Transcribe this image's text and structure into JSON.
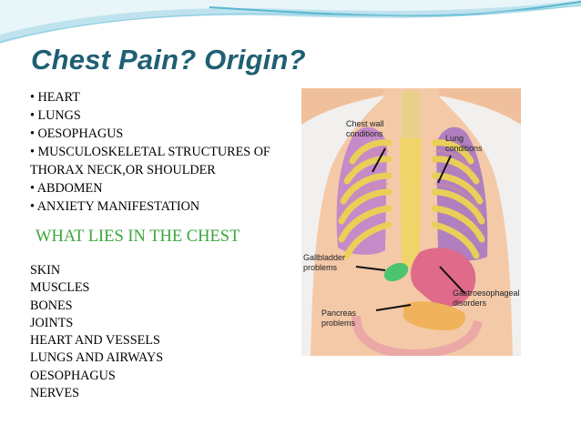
{
  "slide": {
    "title": "Chest Pain? Origin?",
    "bullets": [
      "• HEART",
      "• LUNGS",
      "• OESOPHAGUS",
      "• MUSCULOSKELETAL STRUCTURES OF THORAX NECK,OR SHOULDER",
      "• ABDOMEN",
      "•  ANXIETY MANIFESTATION"
    ],
    "subheading": "WHAT LIES IN THE CHEST",
    "contents": [
      "SKIN",
      "MUSCLES",
      "BONES",
      "JOINTS",
      "HEART AND VESSELS",
      "LUNGS AND AIRWAYS",
      "OESOPHAGUS",
      "NERVES"
    ]
  },
  "figure": {
    "labels": {
      "chest_wall_1": "Chest wall",
      "chest_wall_2": "conditions",
      "lung_1": "Lung",
      "lung_2": "conditions",
      "gallbladder_1": "Gallbladder",
      "gallbladder_2": "problems",
      "pancreas_1": "Pancreas",
      "pancreas_2": "problems",
      "gastro_1": "Gastroesophageal",
      "gastro_2": "disorders"
    }
  },
  "colors": {
    "title": "#1f5f73",
    "subheading": "#3aa63a",
    "wave_light": "#bfe3ee",
    "wave_dark": "#5ab6cf"
  }
}
